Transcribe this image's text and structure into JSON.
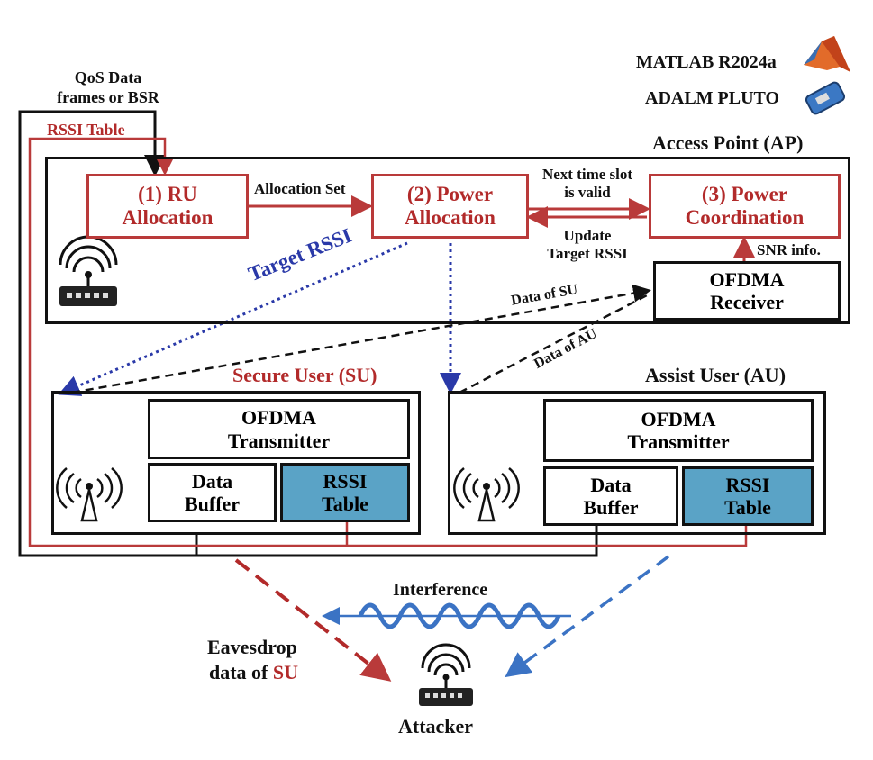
{
  "diagram": {
    "tools": {
      "matlab": "MATLAB R2024a",
      "pluto": "ADALM PLUTO"
    },
    "qos_label": "QoS Data\nframes or BSR",
    "rssi_table_feedback": "RSSI Table",
    "access_point": {
      "title": "Access Point (AP)",
      "ru_allocation": "(1) RU\nAllocation",
      "power_allocation": "(2) Power\nAllocation",
      "power_coordination": "(3) Power\nCoordination",
      "ofdma_receiver": "OFDMA\nReceiver"
    },
    "arrows": {
      "allocation_set": "Allocation Set",
      "next_slot": "Next time slot\nis valid",
      "update_rssi": "Update\nTarget RSSI",
      "snr_info": "SNR info.",
      "target_rssi": "Target RSSI",
      "data_su": "Data of SU",
      "data_au": "Data of AU",
      "interference": "Interference",
      "eavesdrop": "Eavesdrop",
      "data_of": "data of",
      "su_short": "SU"
    },
    "secure_user": {
      "title": "Secure User (SU)",
      "transmitter": "OFDMA\nTransmitter",
      "buffer": "Data\nBuffer",
      "rssi_table": "RSSI\nTable"
    },
    "assist_user": {
      "title": "Assist User (AU)",
      "transmitter": "OFDMA\nTransmitter",
      "buffer": "Data\nBuffer",
      "rssi_table": "RSSI\nTable"
    },
    "attacker": "Attacker"
  },
  "colors": {
    "red": "#b93a3a",
    "blue_dotted": "#2a39a8",
    "blue_dashed": "#3b73c4",
    "teal": "#5aa3c6",
    "black": "#111111"
  }
}
